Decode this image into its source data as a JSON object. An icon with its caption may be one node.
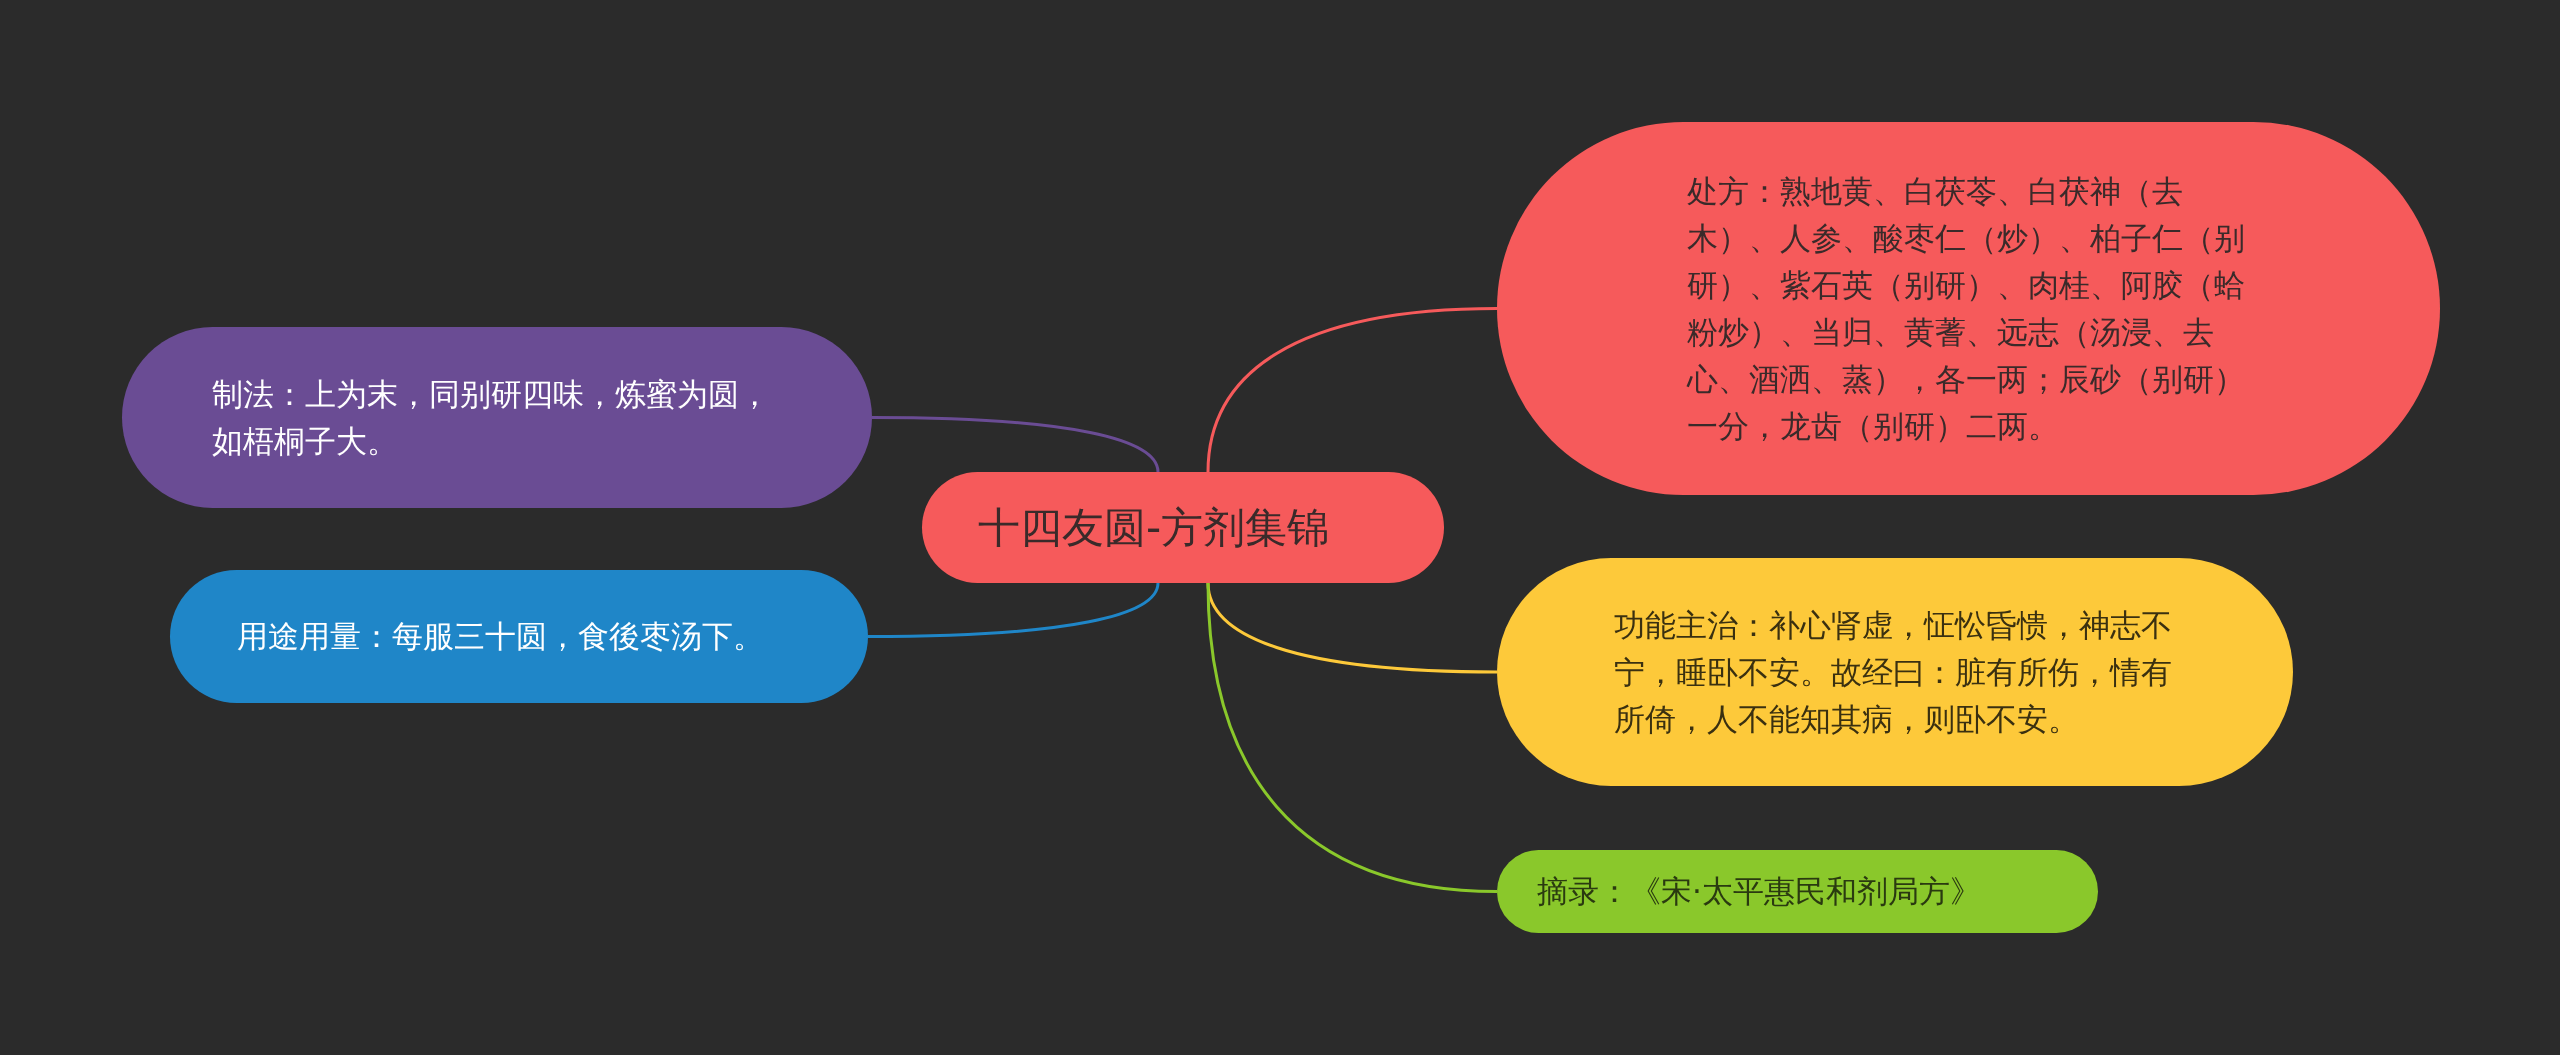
{
  "diagram": {
    "nodes": [
      {
        "text": [
          "十四友圆-方剂集锦"
        ]
      },
      {
        "text": [
          "制法：上为末，同别研四味，炼蜜为圆，如梧桐子大。"
        ]
      },
      {
        "text": [
          "用途用量：每服三十圆，食後枣汤下。"
        ]
      },
      {
        "text": [
          "处方：熟地黄、白茯苓、白茯神（去木）、人参、酸枣仁（炒）、柏子仁（别研）、紫石英（别研）、肉桂、阿胶（蛤粉炒）、当归、黄蓍、远志（汤浸、去心、酒洒、蒸），各一两；辰砂（别研）一分，龙齿（别研）二两。"
        ]
      },
      {
        "text": [
          "功能主治：补心肾虚，怔忪昏愦，神志不宁，睡卧不安。故经曰：脏有所伤，情有所倚，人不能知其病，则卧不安。"
        ]
      },
      {
        "text": [
          "摘录：《宋·太平惠民和剂局方》"
        ]
      }
    ],
    "edges": [
      {
        "from": 0,
        "to": 1,
        "arrow": "none",
        "color": "#6a4c94"
      },
      {
        "from": 0,
        "to": 2,
        "arrow": "none",
        "color": "#1f86c8"
      },
      {
        "from": 0,
        "to": 3,
        "arrow": "none",
        "color": "#f65a5b"
      },
      {
        "from": 0,
        "to": 4,
        "arrow": "none",
        "color": "#fdc93a"
      },
      {
        "from": 0,
        "to": 5,
        "arrow": "none",
        "color": "#8ac82b"
      }
    ]
  }
}
